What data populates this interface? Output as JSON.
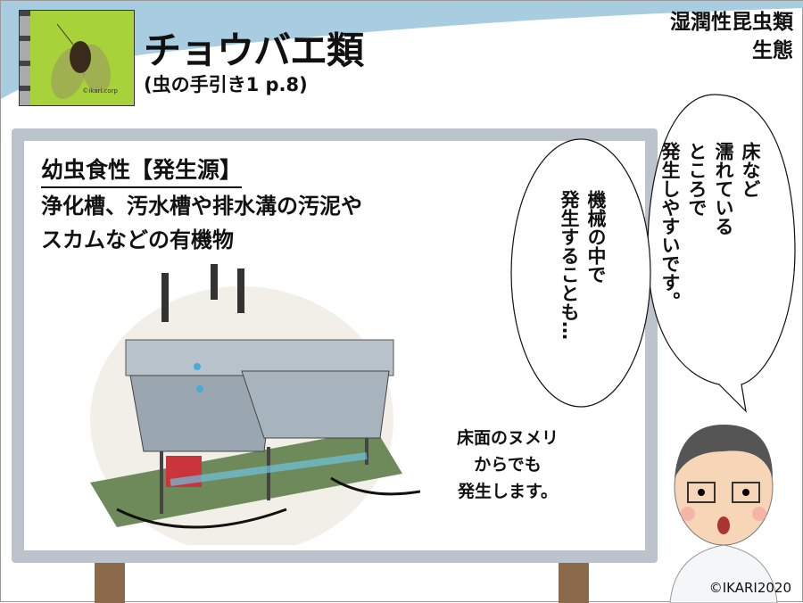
{
  "header": {
    "title": "チョウバエ類",
    "subtitle": "(虫の手引き1 p.8)",
    "category_line1": "湿潤性昆虫類",
    "category_line2": "生態",
    "photo_credit": "©ikari.corp",
    "accent_color": "#a9cde0"
  },
  "board": {
    "heading": "幼虫食性【発生源】",
    "line1": "浄化槽、汚水槽や排水溝の汚泥や",
    "line2": "スカムなどの有機物",
    "caption": [
      "床面のヌメリ",
      "からでも",
      "発生します。"
    ]
  },
  "bubbles": {
    "large": [
      "床など",
      "濡れている",
      "ところで",
      "発生しやすいです。"
    ],
    "small": [
      "機械の中で",
      "発生することも…"
    ]
  },
  "footer": {
    "copyright": "©IKARI2020"
  }
}
